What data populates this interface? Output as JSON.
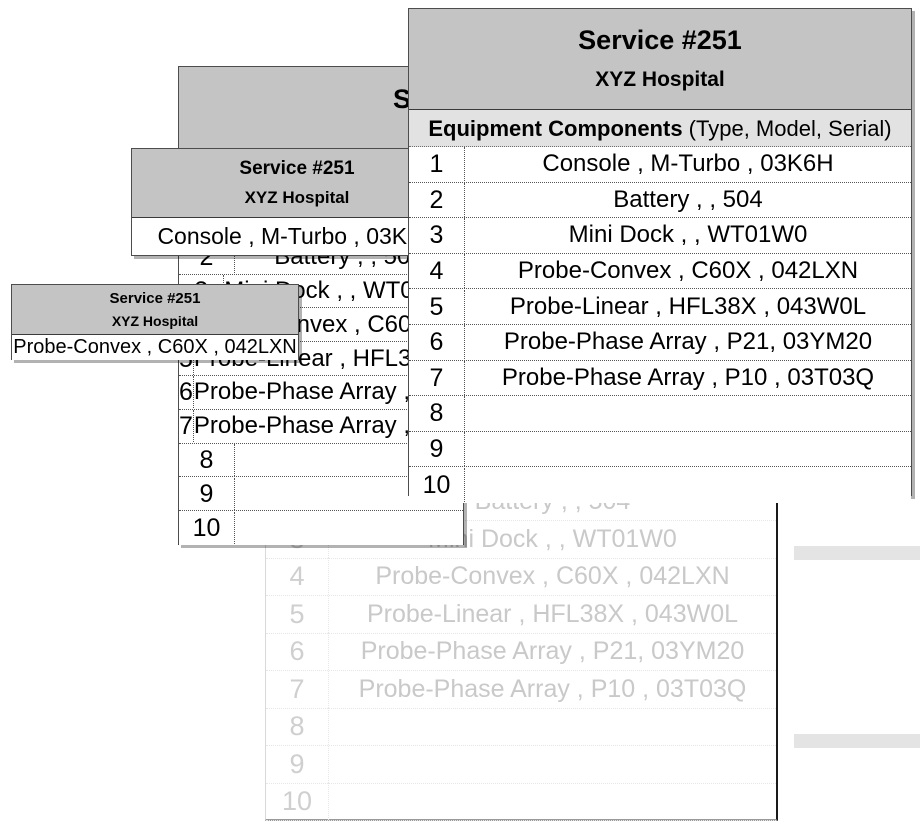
{
  "service": {
    "title": "Service #251",
    "subtitle": "XYZ Hospital"
  },
  "column_header": {
    "bold_part": "Equipment Components",
    "normal_part": " (Type, Model, Serial)",
    "full": "Equipment Components (Type, Model, Serial)",
    "short_bold": "Equipment",
    "truncated_bold": "Equip"
  },
  "truncated": {
    "title": "Servi",
    "subtitle": "XYZ"
  },
  "rows": [
    {
      "num": "1",
      "value": "Console , M-Turbo , 03K6H"
    },
    {
      "num": "2",
      "value": "Battery , , 504"
    },
    {
      "num": "3",
      "value": "Mini Dock , , WT01W0"
    },
    {
      "num": "4",
      "value": "Probe-Convex , C60X , 042LXN"
    },
    {
      "num": "5",
      "value": "Probe-Linear , HFL38X , 043W0L"
    },
    {
      "num": "6",
      "value": "Probe-Phase Array , P21, 03YM20"
    },
    {
      "num": "7",
      "value": "Probe-Phase Array , P10 , 03T03Q"
    },
    {
      "num": "8",
      "value": ""
    },
    {
      "num": "9",
      "value": ""
    },
    {
      "num": "10",
      "value": ""
    }
  ],
  "panel_console": {
    "single_value": "Console , M-Turbo , 03K6H"
  },
  "panel_convex": {
    "single_value": "Probe-Convex , C60X , 042LXN"
  },
  "colors": {
    "panel_header_bg": "#c4c4c4",
    "column_header_bg": "#e2e2e2",
    "panel_border": "#4d4d4d",
    "ghost_text": "#c9c9c9",
    "body_text": "#000000"
  }
}
